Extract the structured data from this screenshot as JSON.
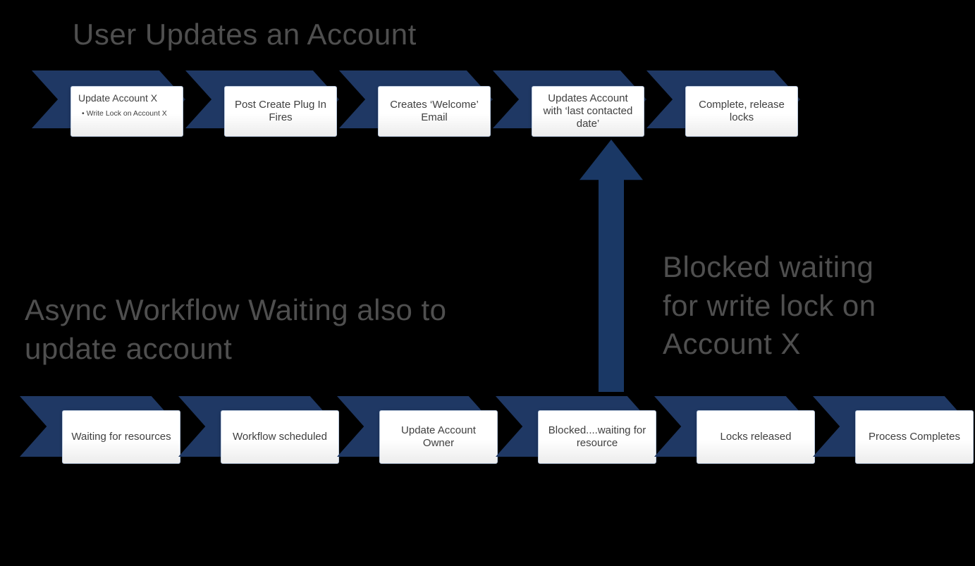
{
  "colors": {
    "background": "#000000",
    "chevron": "#1F3864",
    "arrow": "#1A3865",
    "box_bg": "#FFFFFF",
    "box_border": "#B9C8DC",
    "box_text": "#404040",
    "title_text": "#4F4F4F"
  },
  "bullet_char": "•",
  "top_flow": {
    "title": "User Updates an Account",
    "steps": [
      {
        "label": "Update Account X",
        "bullets": [
          "Write  Lock on Account X"
        ]
      },
      {
        "label": "Post Create Plug In Fires",
        "bullets": []
      },
      {
        "label": "Creates ‘Welcome’ Email",
        "bullets": []
      },
      {
        "label": "Updates Account with ‘last contacted date’",
        "bullets": []
      },
      {
        "label": "Complete, release locks",
        "bullets": []
      }
    ]
  },
  "bottom_flow": {
    "title": "Async Workflow Waiting also to\nupdate account",
    "steps": [
      {
        "label": "Waiting for resources",
        "bullets": []
      },
      {
        "label": "Workflow scheduled",
        "bullets": []
      },
      {
        "label": "Update Account Owner",
        "bullets": []
      },
      {
        "label": "Blocked....waiting for resource",
        "bullets": []
      },
      {
        "label": "Locks released",
        "bullets": []
      },
      {
        "label": "Process Completes",
        "bullets": []
      }
    ]
  },
  "annotation": {
    "text": "Blocked waiting\nfor write lock on\nAccount X"
  }
}
